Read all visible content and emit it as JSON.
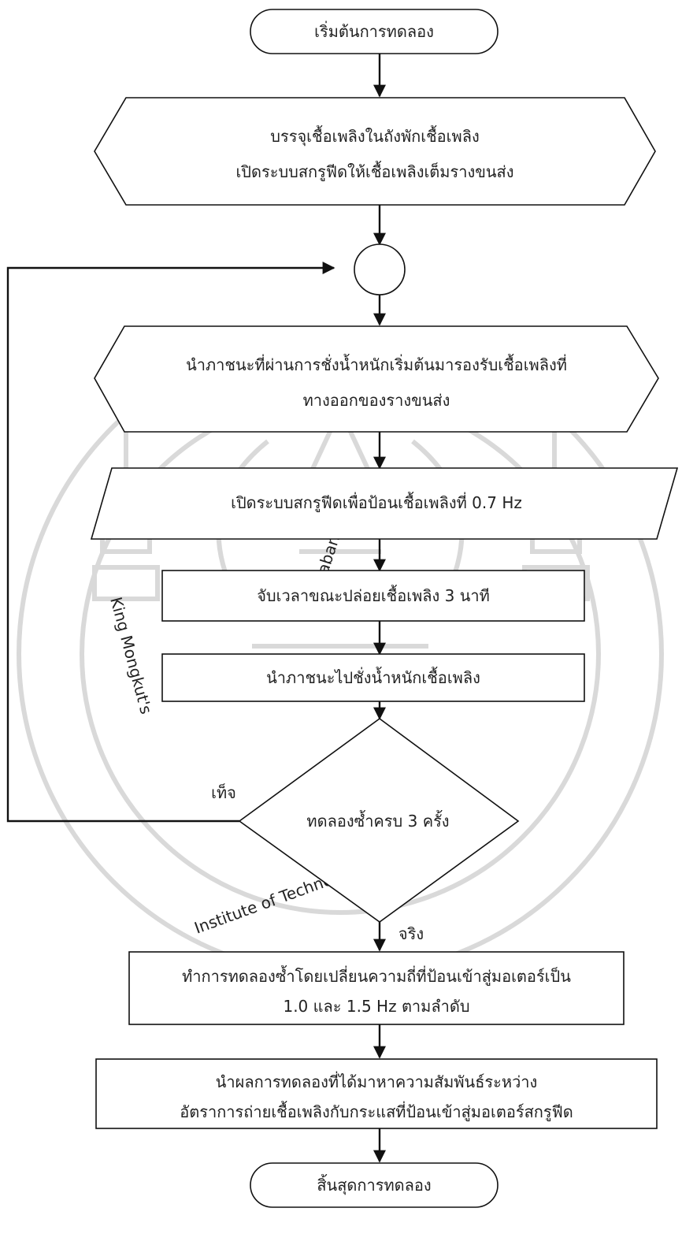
{
  "nodes": {
    "start": {
      "text": "เริ่มต้นการทดลอง"
    },
    "prep": {
      "lines": [
        "บรรจุเชื้อเพลิงในถังพักเชื้อเพลิง",
        "เปิดระบบสกรูฟีดให้เชื้อเพลิงเต็มรางขนส่ง"
      ]
    },
    "place_container": {
      "lines": [
        "นำภาชนะที่ผ่านการชั่งน้ำหนักเริ่มต้นมารองรับเชื้อเพลิงที่",
        "ทางออกของรางขนส่ง"
      ]
    },
    "feed": {
      "text": "เปิดระบบสกรูฟีดเพื่อป้อนเชื้อเพลิงที่ 0.7 Hz"
    },
    "timer": {
      "text": "จับเวลาขณะปล่อยเชื้อเพลิง 3 นาที"
    },
    "weigh": {
      "text": "นำภาชนะไปชั่งน้ำหนักเชื้อเพลิง"
    },
    "decision": {
      "text": "ทดลองซ้ำครบ 3 ครั้ง"
    },
    "repeat": {
      "lines": [
        "ทำการทดลองซ้ำโดยเปลี่ยนความถี่ที่ป้อนเข้าสู่มอเตอร์เป็น",
        "1.0 และ 1.5 Hz ตามลำดับ"
      ]
    },
    "analyze": {
      "lines": [
        "นำผลการทดลองที่ได้มาหาความสัมพันธ์ระหว่าง",
        "อัตราการถ่ายเชื้อเพลิงกับกระแสที่ป้อนเข้าสู่มอเตอร์สกรูฟีด"
      ]
    },
    "end": {
      "text": "สิ้นสุดการทดลอง"
    }
  },
  "edges": {
    "decision_false_label": "เท็จ",
    "decision_true_label": "จริง"
  },
  "watermark": {
    "text": "King Mongkut's Institute of Technology Ladkrabang"
  },
  "colors": {
    "stroke": "#111111",
    "text": "#222222",
    "watermark": "#d9d9d9"
  }
}
